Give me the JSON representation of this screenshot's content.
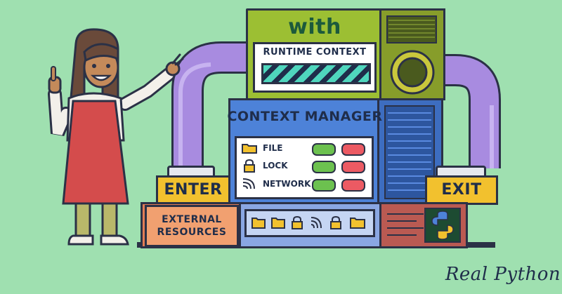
{
  "top": {
    "keyword": "with",
    "panel_label": "RUNTIME CONTEXT"
  },
  "context_manager": {
    "title": "CONTEXT MANAGER",
    "resources": [
      {
        "label": "FILE",
        "icon": "folder-icon"
      },
      {
        "label": "LOCK",
        "icon": "lock-icon"
      },
      {
        "label": "NETWORK",
        "icon": "wifi-icon"
      }
    ]
  },
  "gates": {
    "enter": "ENTER",
    "exit": "EXIT"
  },
  "bottom": {
    "resources_label": "EXTERNAL RESOURCES",
    "strip_icons": [
      "folder-icon",
      "folder-icon",
      "lock-icon",
      "wifi-icon",
      "lock-icon",
      "folder-icon"
    ]
  },
  "brand": {
    "name": "Real Python"
  },
  "colors": {
    "background": "#9fe0b0",
    "outline": "#2b3146",
    "top_green": "#9cbf33",
    "blue": "#4d82d8",
    "gate_yellow": "#f2c12e",
    "pipe_purple": "#a88be0",
    "status_green": "#6cc14f",
    "status_red": "#ec5a63"
  }
}
